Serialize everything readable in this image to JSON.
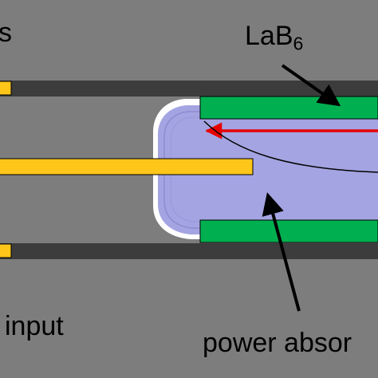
{
  "labels": {
    "top_left_fragment": "s",
    "material": "LaB",
    "material_subscript": "6",
    "bottom_left": "input",
    "bottom_right": "power absor"
  },
  "colors": {
    "background": "#7d7d7d",
    "dark_rail": "#3c3c3c",
    "antenna_yellow": "#ffc61a",
    "lab6_green": "#00b050",
    "plasma_blue": "#a4a4e2",
    "plasma_glow": "#ffffff",
    "beam_red": "#e60000",
    "arrow_black": "#000000"
  }
}
